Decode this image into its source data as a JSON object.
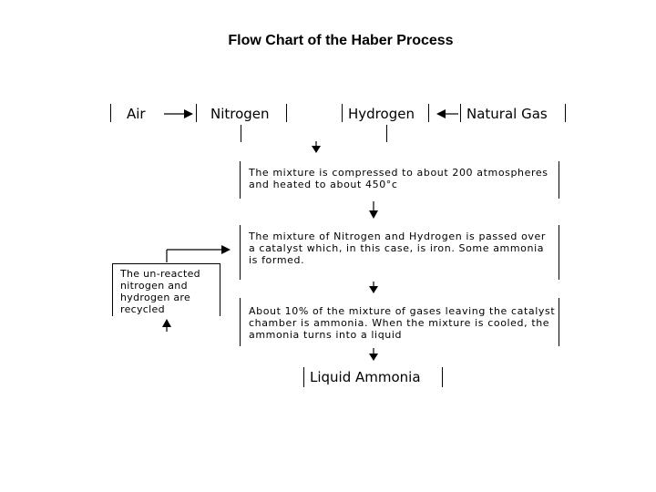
{
  "title": "Flow Chart of the Haber Process",
  "nodes": {
    "air": "Air",
    "nitrogen": "Nitrogen",
    "hydrogen": "Hydrogen",
    "natural_gas": "Natural Gas",
    "step1": [
      "The mixture is compressed to about 200 atmospheres",
      "and heated to about 450°c"
    ],
    "step2": [
      "The mixture of Nitrogen and Hydrogen is passed over",
      "a catalyst which, in this case, is iron. Some ammonia",
      "is formed."
    ],
    "recycle": [
      "The un-reacted",
      "nitrogen and",
      "hydrogen are",
      "recycled"
    ],
    "step3": [
      "About 10% of the mixture of gases leaving the catalyst",
      "chamber is ammonia. When the mixture is cooled, the",
      "ammonia turns into a liquid"
    ],
    "product": "Liquid Ammonia"
  }
}
